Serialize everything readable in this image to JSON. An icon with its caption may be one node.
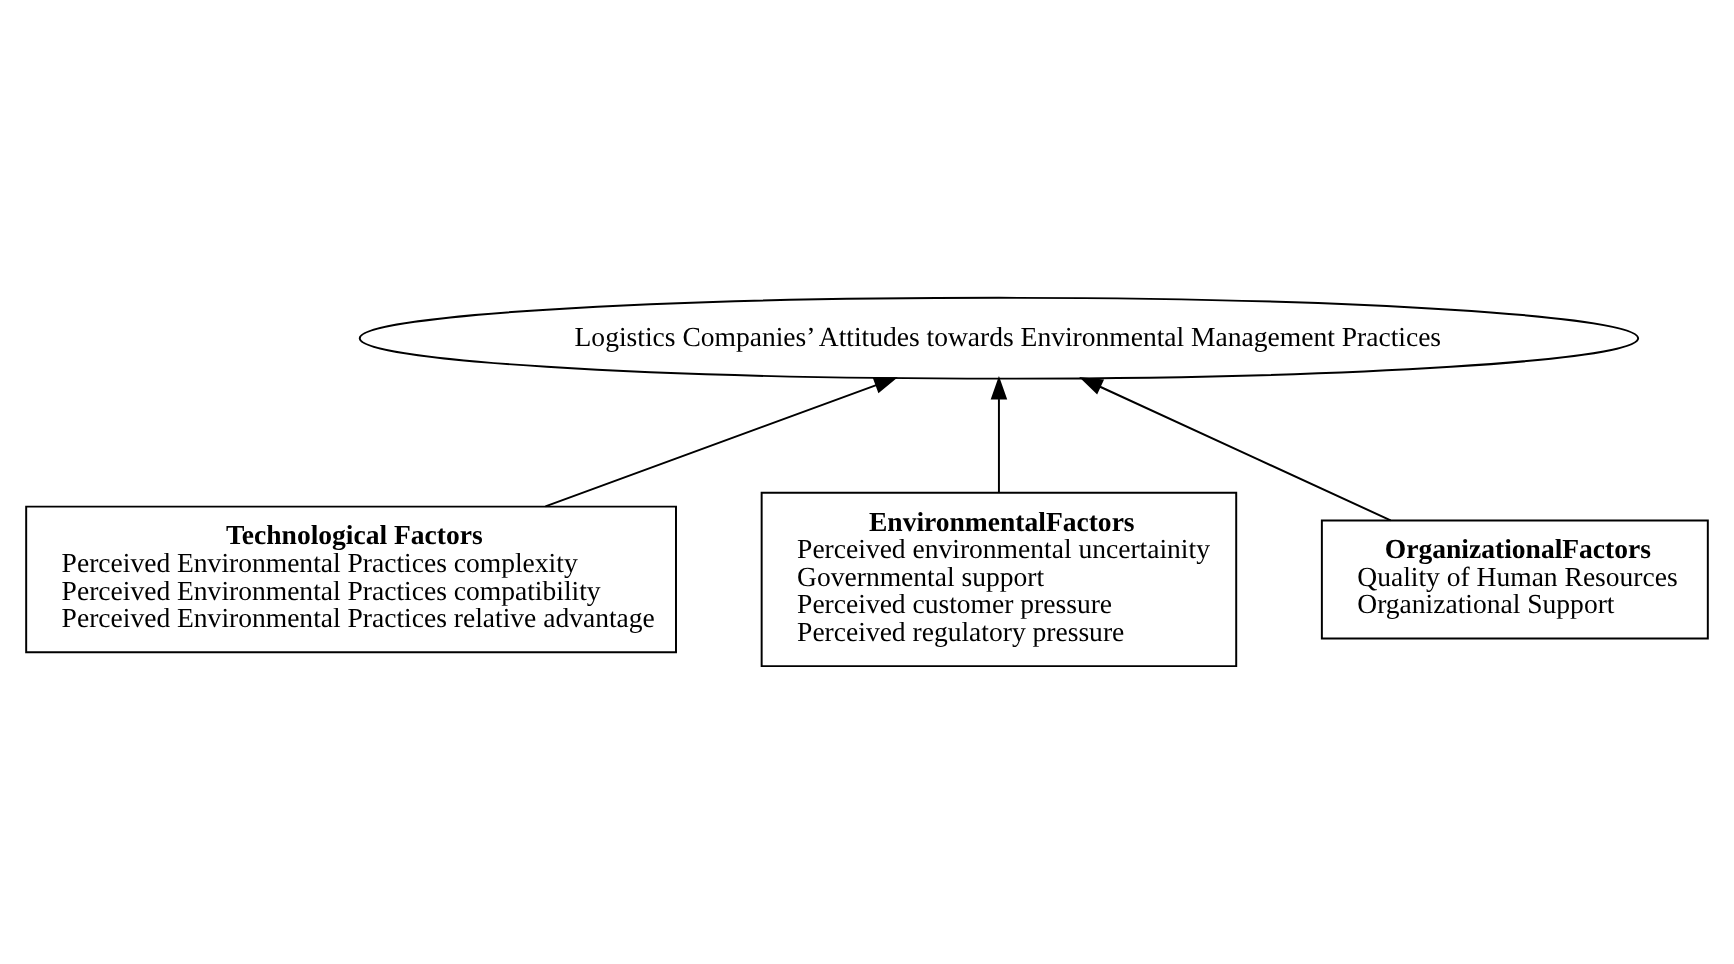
{
  "diagram": {
    "nodes": [
      {
        "text": [
          "Logistics Companies’ Attitudes towards Environmental Management Practices"
        ]
      },
      {
        "text": [
          "Technological Factors",
          "Perceived Environmental Practices complexity",
          "Perceived Environmental Practices compatibility",
          "Perceived Environmental Practices relative advantage"
        ]
      },
      {
        "text": [
          "EnvironmentalFactors",
          "Perceived environmental uncertainity",
          "Governmental support",
          "Perceived customer pressure",
          "Perceived regulatory pressure"
        ]
      },
      {
        "text": [
          "OrganizationalFactors",
          "Quality of Human Resources",
          "Organizational Support"
        ]
      }
    ],
    "edges": [
      {
        "from": 1,
        "to": 0,
        "arrow": "to"
      },
      {
        "from": 3,
        "to": 0,
        "arrow": "to"
      },
      {
        "from": 2,
        "to": 0,
        "arrow": "to"
      }
    ]
  }
}
